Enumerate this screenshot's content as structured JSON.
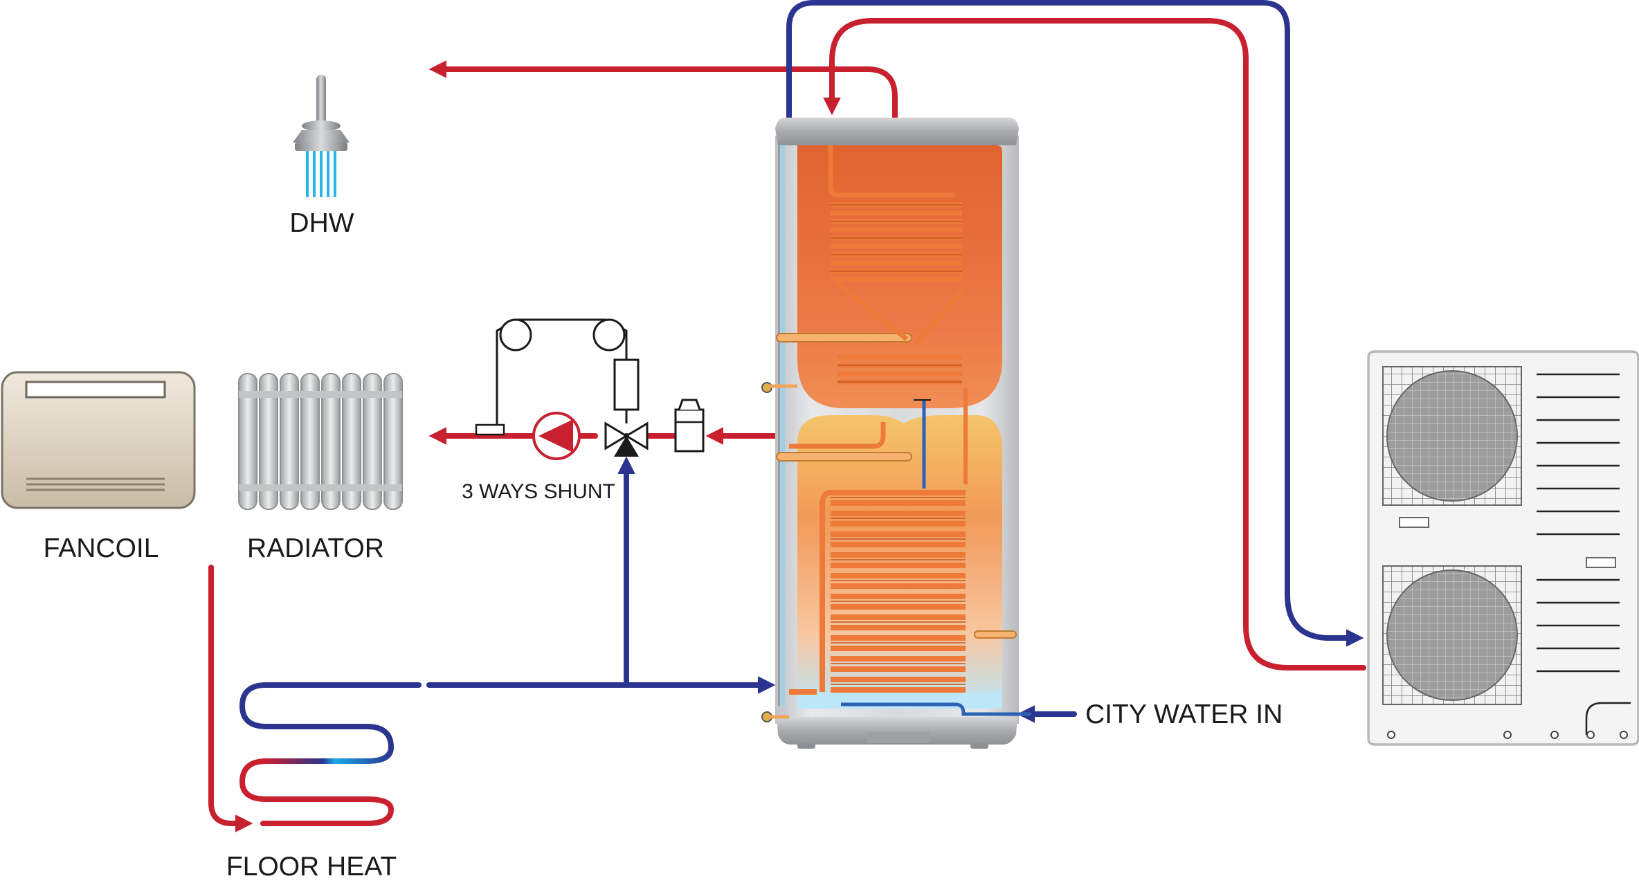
{
  "labels": {
    "dhw": "DHW",
    "fancoil": "FANCOIL",
    "radiator": "RADIATOR",
    "shunt": "3 WAYS SHUNT",
    "floor_heat": "FLOOR HEAT",
    "city_water": "CITY WATER IN"
  },
  "colors": {
    "hot_pipe": "#c8202f",
    "cold_pipe": "#2b3590",
    "tank_hot": "#ec6a3a",
    "tank_warm": "#f3b04d",
    "tank_cold": "#bfe6f5",
    "coil": "#ee7a3a",
    "tank_shell": "#d4d6d8",
    "unit_body": "#f4f4f4",
    "shower_water": "#27b6e8"
  },
  "icons": {
    "shower": "shower-head-icon",
    "fancoil": "fancoil-unit-icon",
    "radiator": "radiator-icon",
    "pump": "circulation-pump-icon",
    "valve": "three-way-valve-icon",
    "actuator": "valve-actuator-icon",
    "heat_pump": "outdoor-heat-pump-unit-icon"
  }
}
